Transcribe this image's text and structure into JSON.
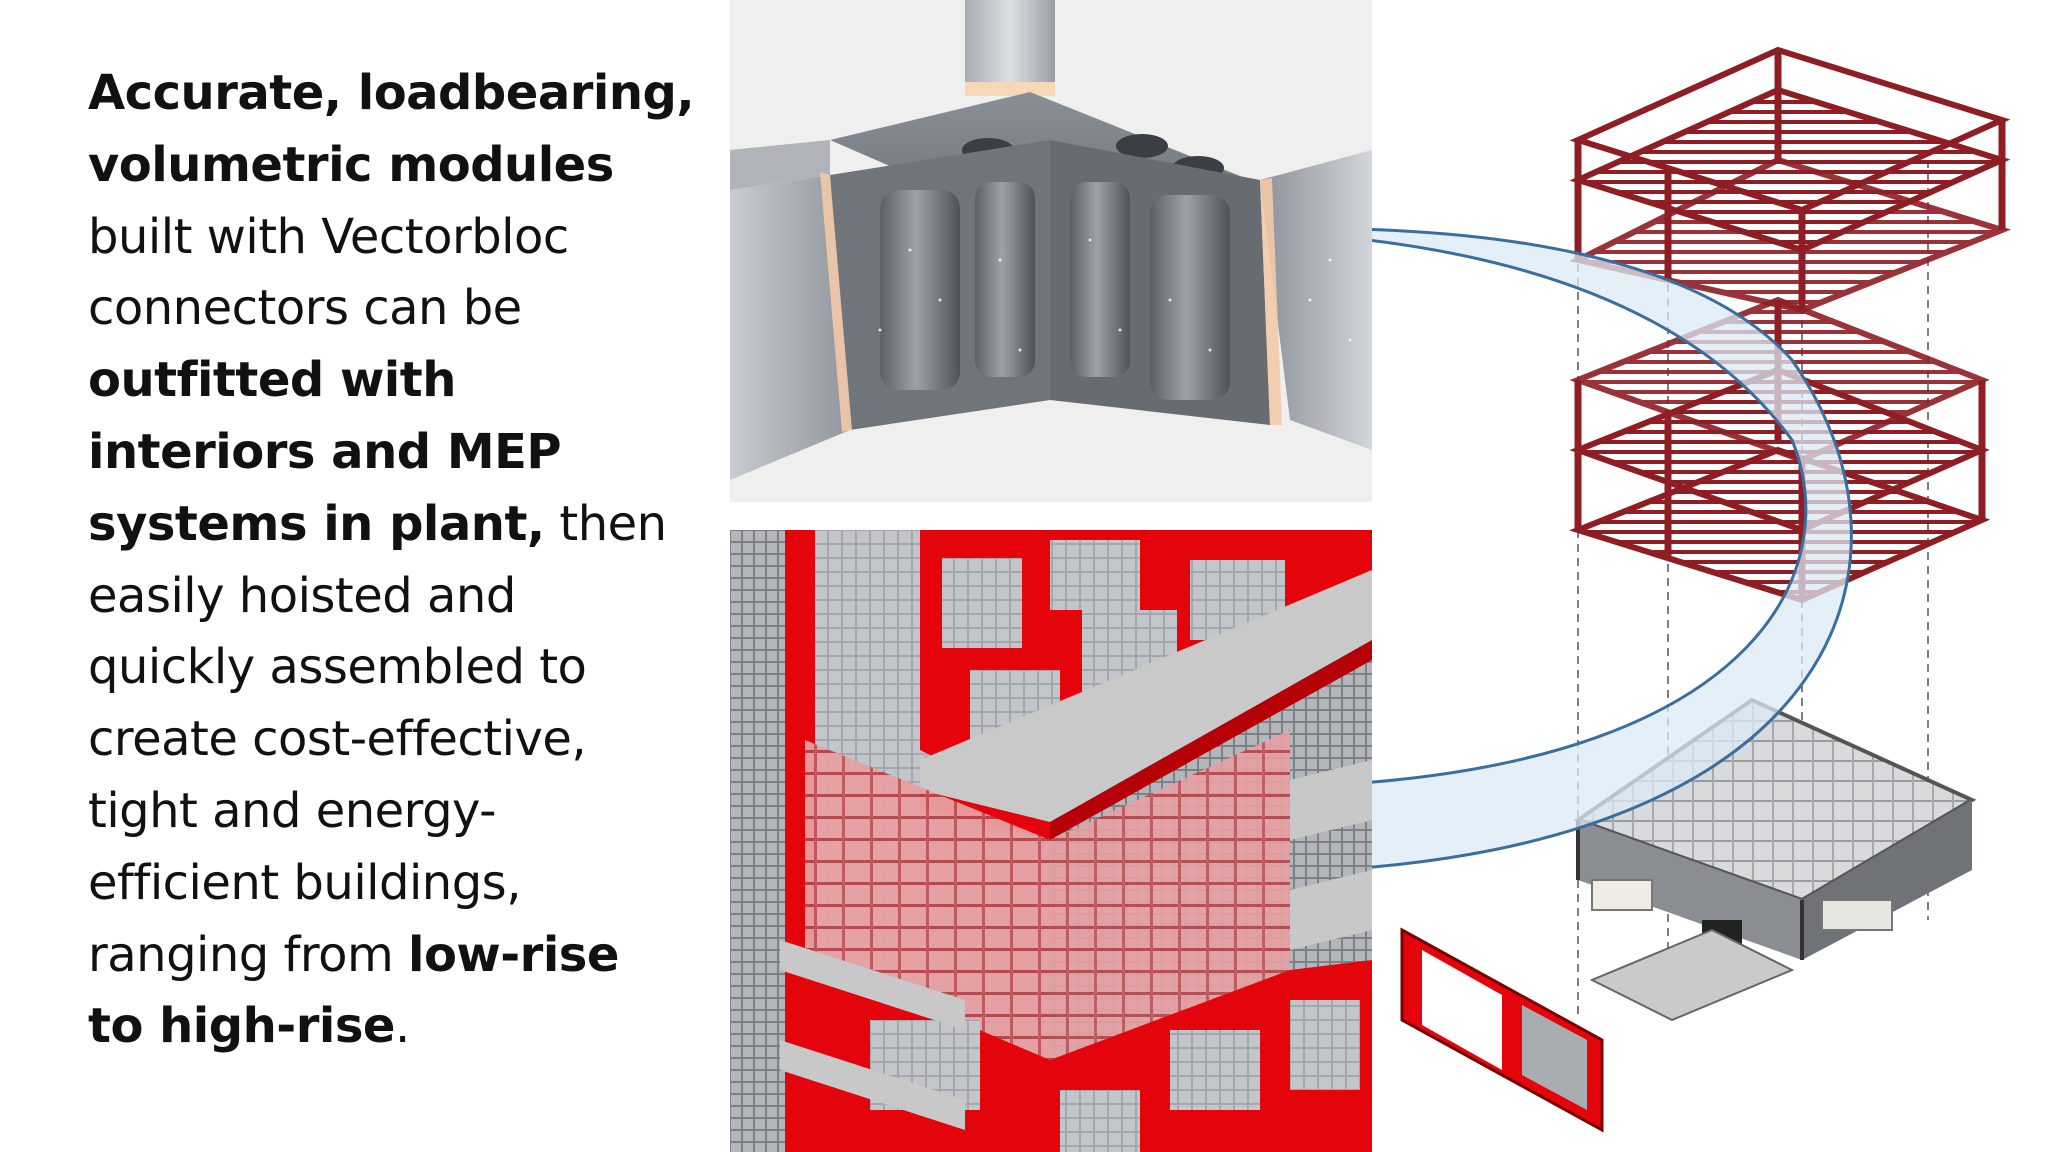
{
  "slide": {
    "background": "#ffffff",
    "text_lines": [
      [
        {
          "t": "Accurate, loadbearing,",
          "b": true
        }
      ],
      [
        {
          "t": "volumetric modules",
          "b": true
        }
      ],
      [
        {
          "t": "built with Vectorbloc",
          "b": false
        }
      ],
      [
        {
          "t": "connectors can be",
          "b": false
        }
      ],
      [
        {
          "t": "outfitted with",
          "b": true
        }
      ],
      [
        {
          "t": "interiors and MEP",
          "b": true
        }
      ],
      [
        {
          "t": "systems in plant,",
          "b": true
        },
        {
          "t": " then",
          "b": false
        }
      ],
      [
        {
          "t": "easily hoisted and",
          "b": false
        }
      ],
      [
        {
          "t": "quickly assembled to",
          "b": false
        }
      ],
      [
        {
          "t": "create cost-effective,",
          "b": false
        }
      ],
      [
        {
          "t": "tight and energy-",
          "b": false
        }
      ],
      [
        {
          "t": "efficient buildings,",
          "b": false
        }
      ],
      [
        {
          "t": "ranging from ",
          "b": false
        },
        {
          "t": "low-rise",
          "b": true
        }
      ],
      [
        {
          "t": "to high-rise",
          "b": true
        },
        {
          "t": ".",
          "b": false
        }
      ]
    ]
  },
  "images": {
    "connector_render": "vectorbloc-connector-corner-render",
    "tower_render": "high-rise-modular-tower-render",
    "exploded_render": "exploded-module-stack-render"
  },
  "colors": {
    "frame_red": "#8e1e24",
    "facade_red": "#e4050c",
    "arrow_fill": "#dce9f4",
    "arrow_stroke": "#3a6e9e",
    "connector_grey": "#6f737a",
    "glow": "#f2c9a8"
  }
}
